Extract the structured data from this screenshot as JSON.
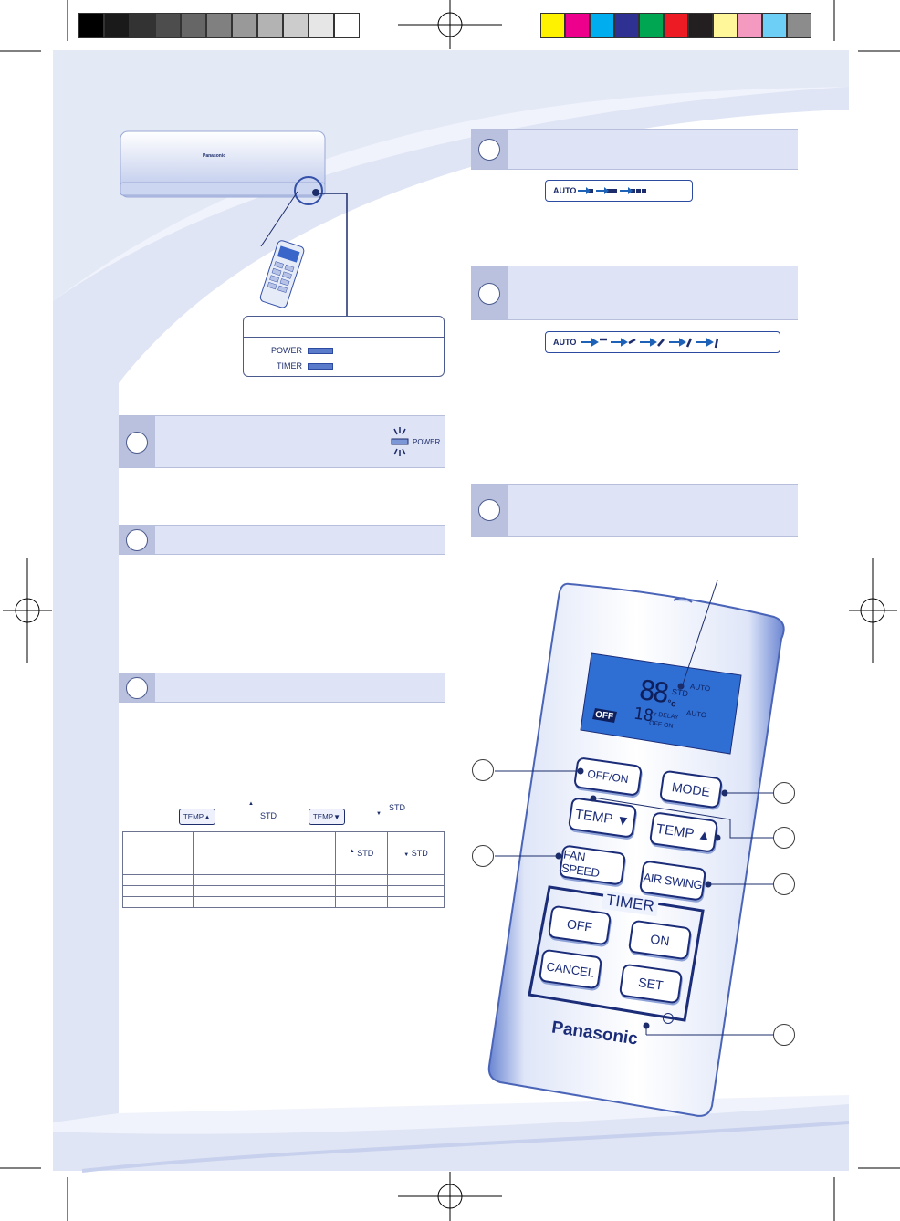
{
  "colors": {
    "grayscale_bar": [
      "#000000",
      "#1a1a1a",
      "#333333",
      "#4d4d4d",
      "#666666",
      "#808080",
      "#999999",
      "#b3b3b3",
      "#cccccc",
      "#e6e6e6",
      "#ffffff"
    ],
    "process_bar": [
      "#fff200",
      "#ec008c",
      "#00aeef",
      "#2e3192",
      "#00a651",
      "#ed1c24",
      "#231f20",
      "#fff799",
      "#f49ac1",
      "#6dcff6",
      "#8c8c8c"
    ],
    "accent": "#1d2d6b",
    "header_fill": "#dee3f5"
  },
  "indoor_unit": {
    "brand": "Panasonic"
  },
  "indicator_panel": {
    "power_label": "POWER",
    "timer_label": "TIMER"
  },
  "power_indicator": {
    "label": "POWER"
  },
  "fan_speed_sequence": {
    "auto": "AUTO"
  },
  "air_swing_sequence": {
    "auto": "AUTO"
  },
  "temp_controls": {
    "up_key": "TEMP▲",
    "down_key": "TEMP▼",
    "up_std": "STD",
    "down_std": "STD",
    "up_arrow": "▲",
    "down_arrow": "▼"
  },
  "temp_table": {
    "headers": [
      "",
      "",
      "",
      "STD",
      "STD"
    ],
    "header_arrows": [
      "",
      "",
      "",
      "▲",
      "▼"
    ],
    "rows": [
      [
        "",
        "",
        "",
        "",
        ""
      ],
      [
        "",
        "",
        "",
        "",
        ""
      ],
      [
        "",
        "",
        "",
        "",
        ""
      ]
    ]
  },
  "remote": {
    "lcd": {
      "big_digits": "88",
      "small_digits": "18",
      "std": "STD",
      "celsius": "°c",
      "auto_top": "AUTO",
      "auto_bottom": "AUTO",
      "hr_delay": "hr DELAY",
      "off_on": "OFF ON",
      "off_badge": "OFF"
    },
    "buttons": {
      "off_on": "OFF/ON",
      "mode": "MODE",
      "temp_down": "TEMP ▼",
      "temp_up": "TEMP ▲",
      "fan_speed": "FAN SPEED",
      "air_swing": "AIR SWING",
      "timer_off": "OFF",
      "timer_on": "ON",
      "cancel": "CANCEL",
      "set": "SET"
    },
    "timer_group_label": "TIMER",
    "brand": "Panasonic"
  }
}
